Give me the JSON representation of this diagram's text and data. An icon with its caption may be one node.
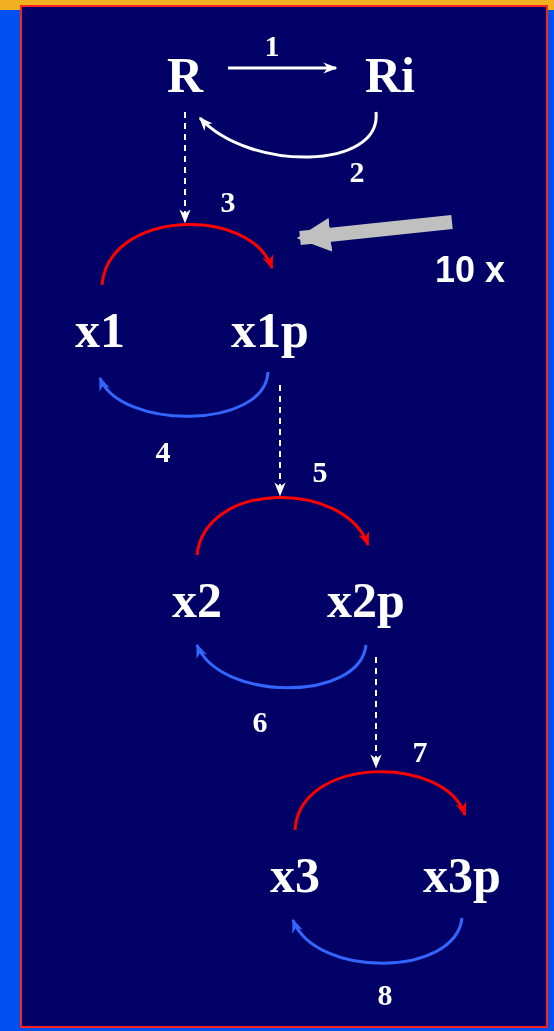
{
  "diagram": {
    "nodes": [
      {
        "text": [
          "R"
        ]
      },
      {
        "text": [
          "Ri"
        ]
      },
      {
        "text": [
          "x1"
        ]
      },
      {
        "text": [
          "x1p"
        ]
      },
      {
        "text": [
          "x2"
        ]
      },
      {
        "text": [
          "x2p"
        ]
      },
      {
        "text": [
          "x3"
        ]
      },
      {
        "text": [
          "x3p"
        ]
      },
      {
        "text": [
          "10 x"
        ]
      }
    ],
    "edges": [
      {
        "from": 0,
        "to": 1,
        "arrow": "to",
        "label": "1"
      },
      {
        "from": 1,
        "to": 0,
        "arrow": "to",
        "label": "2"
      },
      {
        "from": 0,
        "to": null,
        "arrow": "to",
        "style": "dashed"
      },
      {
        "from": 2,
        "to": 3,
        "arrow": "to",
        "label": "3",
        "color": "#ff0000"
      },
      {
        "from": 3,
        "to": 2,
        "arrow": "to",
        "label": "4",
        "color": "#3366ff"
      },
      {
        "from": 3,
        "to": null,
        "arrow": "to",
        "style": "dashed"
      },
      {
        "from": 4,
        "to": 5,
        "arrow": "to",
        "label": "5",
        "color": "#ff0000"
      },
      {
        "from": 5,
        "to": 4,
        "arrow": "to",
        "label": "6",
        "color": "#3366ff"
      },
      {
        "from": 5,
        "to": null,
        "arrow": "to",
        "style": "dashed"
      },
      {
        "from": 6,
        "to": 7,
        "arrow": "to",
        "label": "7",
        "color": "#ff0000"
      },
      {
        "from": 7,
        "to": 6,
        "arrow": "to",
        "label": "8",
        "color": "#3366ff"
      },
      {
        "from": 8,
        "to": null,
        "arrow": "to",
        "style": "thick",
        "color": "#c0c0c0"
      }
    ]
  }
}
